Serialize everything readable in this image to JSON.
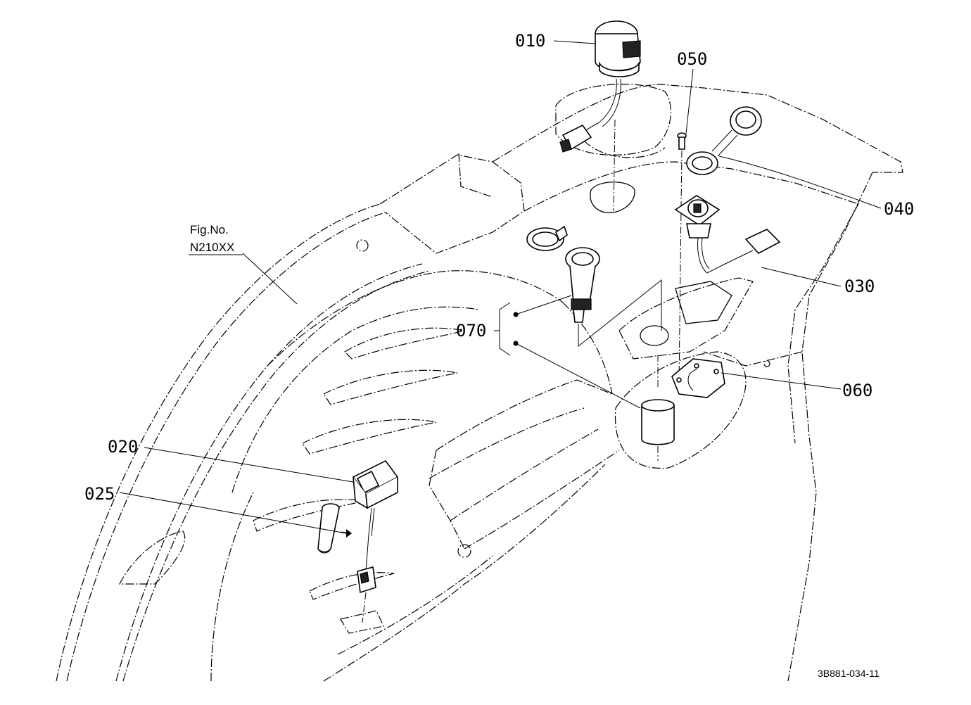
{
  "figure": {
    "fig_caption": "Fig.No.",
    "fig_number": "N210XX",
    "drawing_code": "3B881-034-11"
  },
  "callouts": {
    "p010": "010",
    "p020": "020",
    "p025": "025",
    "p030": "030",
    "p040": "040",
    "p050": "050",
    "p060": "060",
    "p070": "070"
  }
}
